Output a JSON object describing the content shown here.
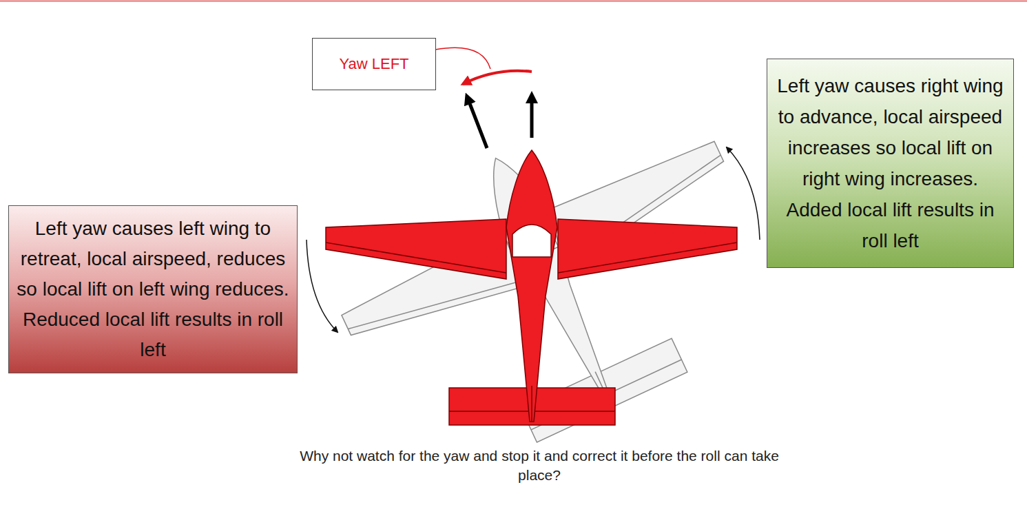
{
  "diagram": {
    "caption": "Why not watch for the yaw and stop it and correct it before the roll can take place?",
    "nodes": [
      {
        "text": [
          "Yaw LEFT"
        ]
      },
      {
        "text": [
          "Left yaw causes right wing to advance, local airspeed increases so local lift on right wing increases. Added local lift results in roll left"
        ]
      },
      {
        "text": [
          "Left yaw causes left wing to retreat, local airspeed, reduces so local lift on left wing reduces. Reduced local lift results in roll left"
        ]
      }
    ]
  }
}
